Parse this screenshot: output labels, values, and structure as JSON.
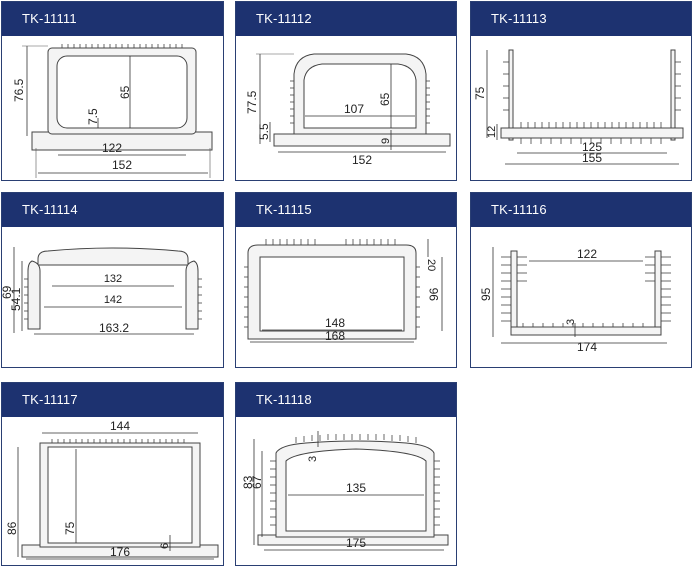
{
  "panels": [
    {
      "title": "TK-11111",
      "dims": {
        "height_outer": "76.5",
        "height_inner": "65",
        "foot": "7.5",
        "width_inner": "122",
        "width_outer": "152"
      }
    },
    {
      "title": "TK-11112",
      "dims": {
        "height_outer": "77.5",
        "height_inner": "65",
        "foot": "5.5",
        "width_inner": "107",
        "wall": "9",
        "width_outer": "152"
      }
    },
    {
      "title": "TK-11113",
      "dims": {
        "height_outer": "75",
        "foot": "12",
        "width_inner": "125",
        "width_outer": "155"
      }
    },
    {
      "title": "TK-11114",
      "dims": {
        "height_outer": "69",
        "height_inner": "54.1",
        "width_top": "132",
        "width_inner": "142",
        "width_outer": "163.2"
      }
    },
    {
      "title": "TK-11115",
      "dims": {
        "fin": "20",
        "height_inner": "96",
        "width_inner": "148",
        "width_outer": "168"
      }
    },
    {
      "title": "TK-11116",
      "dims": {
        "height_outer": "95",
        "width_inner": "122",
        "wall": "3",
        "width_outer": "174"
      }
    },
    {
      "title": "TK-11117",
      "dims": {
        "width_top": "144",
        "height_outer": "86",
        "height_inner": "75",
        "foot": "6",
        "width_outer": "176"
      }
    },
    {
      "title": "TK-11118",
      "dims": {
        "fin": "3",
        "height_outer": "83",
        "height_inner": "67",
        "width_inner": "135",
        "width_outer": "175"
      }
    }
  ]
}
